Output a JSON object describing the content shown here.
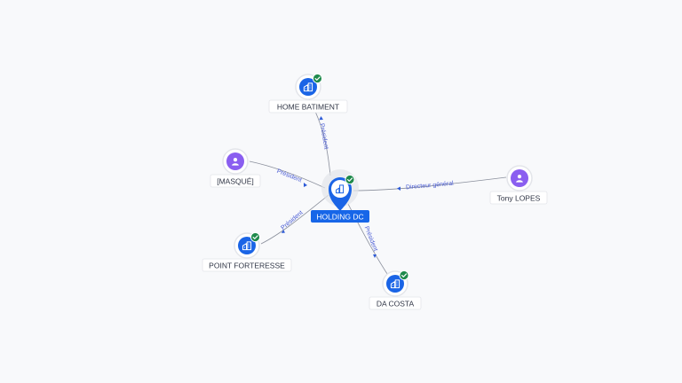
{
  "colors": {
    "company": "#1a64e6",
    "person": "#8a5ef0",
    "check": "#1f8a4c",
    "edge_label": "#4a5cd4",
    "central_label_bg": "#1766e8"
  },
  "central": {
    "label": "HOLDING DC",
    "icon": "building-icon",
    "badge_icon": "check-icon"
  },
  "nodes": [
    {
      "id": "home-batiment",
      "label": "HOME BATIMENT",
      "kind": "company",
      "icon": "building-icon",
      "verified": true
    },
    {
      "id": "masque",
      "label": "[MASQUÉ]",
      "kind": "person",
      "icon": "person-icon",
      "verified": false
    },
    {
      "id": "point-forteresse",
      "label": "POINT FORTERESSE",
      "kind": "company",
      "icon": "building-icon",
      "verified": true
    },
    {
      "id": "da-costa",
      "label": "DA COSTA",
      "kind": "company",
      "icon": "building-icon",
      "verified": true
    },
    {
      "id": "tony-lopes",
      "label": "Tony LOPES",
      "kind": "person",
      "icon": "person-icon",
      "verified": false
    }
  ],
  "edges": [
    {
      "id": "edge-home-batiment",
      "label": "Président"
    },
    {
      "id": "edge-masque",
      "label": "Président"
    },
    {
      "id": "edge-point-forteresse",
      "label": "Président"
    },
    {
      "id": "edge-da-costa",
      "label": "Président"
    },
    {
      "id": "edge-tony-lopes",
      "label": "Directeur général"
    }
  ]
}
